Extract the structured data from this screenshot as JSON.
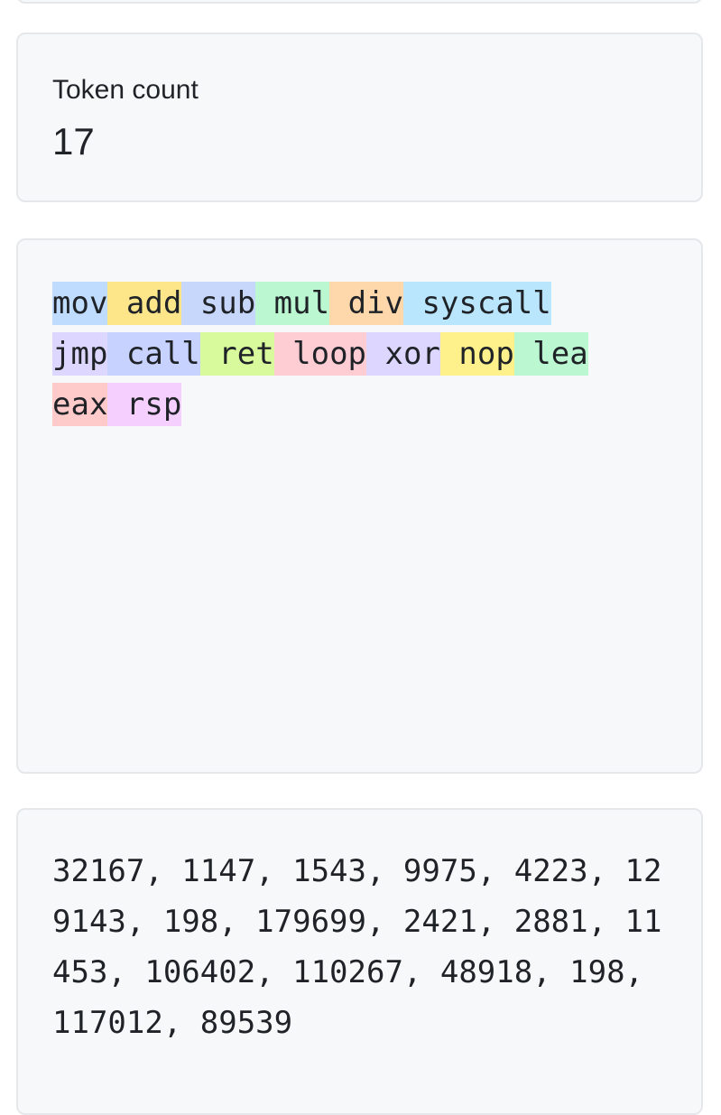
{
  "stats": {
    "token_count_label": "Token count",
    "token_count_value": "17"
  },
  "tokens": [
    {
      "text": "mov",
      "color": "#bfdbfe"
    },
    {
      "text": " add",
      "color": "#fde68a"
    },
    {
      "text": " sub",
      "color": "#c7d7fb"
    },
    {
      "text": " mul",
      "color": "#bbf7d0"
    },
    {
      "text": " div",
      "color": "#fed7aa"
    },
    {
      "text": " syscall",
      "color": "#bae6fd"
    },
    {
      "text": "\njmp",
      "color": "#ddd6fe"
    },
    {
      "text": " call",
      "color": "#c7d2fe"
    },
    {
      "text": " ret",
      "color": "#d9f99d"
    },
    {
      "text": " loop",
      "color": "#fecdd3"
    },
    {
      "text": " xor",
      "color": "#ddd6fe"
    },
    {
      "text": " nop",
      "color": "#fef08a"
    },
    {
      "text": " lea",
      "color": "#bbf7d0"
    },
    {
      "text": "\neax",
      "color": "#fecaca"
    },
    {
      "text": " rsp",
      "color": "#f5d0fe"
    }
  ],
  "token_ids_text": "32167, 1147, 1543, 9975, 4223, 129143, 198, 179699, 2421, 2881, 11453, 106402, 110267, 48918, 198, 117012, 89539"
}
